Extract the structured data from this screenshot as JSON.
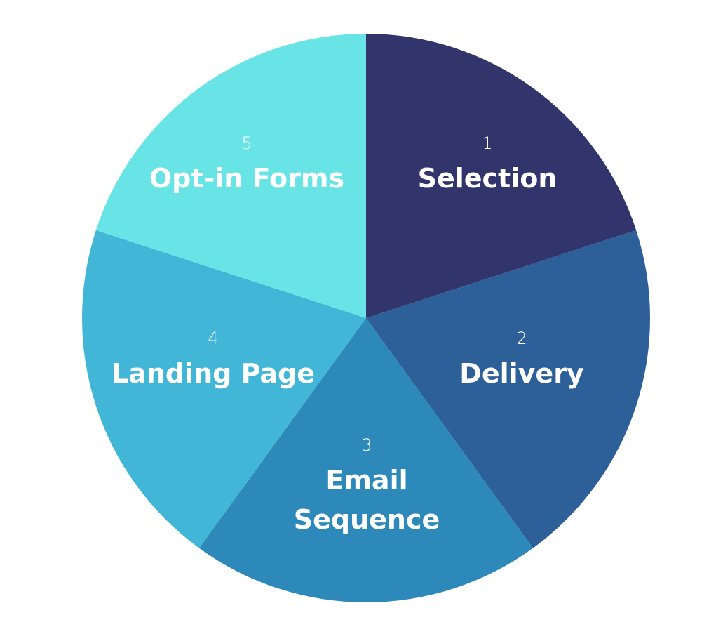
{
  "diagram": {
    "segments": [
      {
        "number": "1",
        "label_lines": [
          "Selection"
        ],
        "color": "#31356b"
      },
      {
        "number": "2",
        "label_lines": [
          "Delivery"
        ],
        "color": "#2d5f98"
      },
      {
        "number": "3",
        "label_lines": [
          "Email",
          "Sequence"
        ],
        "color": "#2c89b9"
      },
      {
        "number": "4",
        "label_lines": [
          "Landing Page"
        ],
        "color": "#41b6d6"
      },
      {
        "number": "5",
        "label_lines": [
          "Opt-in Forms"
        ],
        "color": "#68e4e7"
      }
    ]
  }
}
